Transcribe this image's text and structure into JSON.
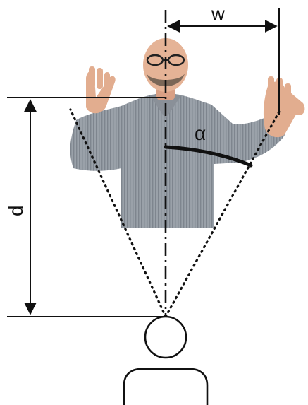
{
  "labels": {
    "width": "w",
    "distance": "d",
    "angle": "α"
  },
  "colors": {
    "line": "#111111",
    "shirt": "#8d949c",
    "skin": "#e2ad8f",
    "background": "#ffffff"
  },
  "figure": {
    "subject": "person-with-raised-hands",
    "observer": "viewer-head-and-shoulders"
  }
}
